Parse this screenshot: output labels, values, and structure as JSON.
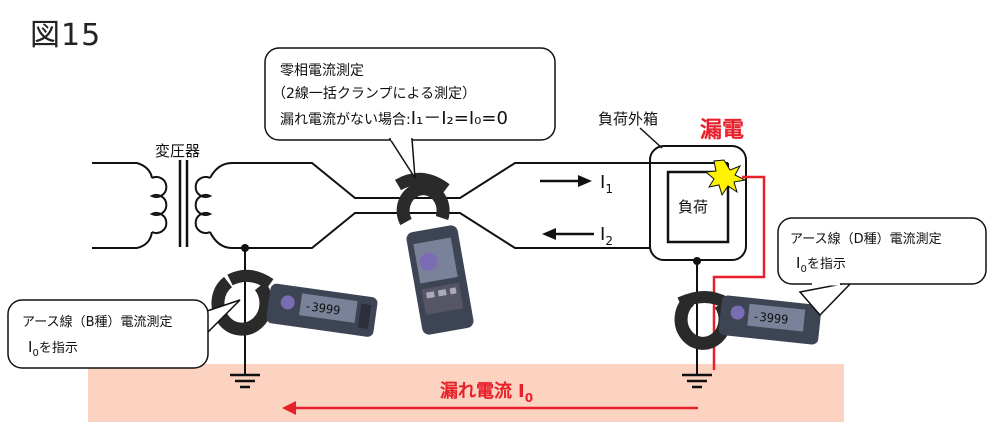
{
  "figure": {
    "title": "図15"
  },
  "callouts": {
    "zero_phase": {
      "line1": "零相電流測定",
      "line2": "（2線一括クランプによる測定）",
      "line3_prefix": "漏れ電流がない場合:",
      "equation": "I₁－I₂=I₀=0"
    },
    "earth_b": {
      "line1": "アース線（B種）電流測定",
      "line2_prefix": "I",
      "line2_sub": "0",
      "line2_suffix": "を指示"
    },
    "earth_d": {
      "line1": "アース線（D種）電流測定",
      "line2_prefix": "I",
      "line2_sub": "0",
      "line2_suffix": "を指示"
    }
  },
  "labels": {
    "transformer": "変圧器",
    "enclosure": "負荷外箱",
    "leakage": "漏電",
    "load": "負荷",
    "i1_main": "I",
    "i1_sub": "1",
    "i2_main": "I",
    "i2_sub": "2",
    "leak_current_text": "漏れ電流",
    "leak_current_symbol": "I",
    "leak_current_sub": "0"
  },
  "meter": {
    "display": "-3999"
  },
  "colors": {
    "leak_red": "#e8202a",
    "ground_band": "#fbd3c0",
    "meter_body": "#3d4454",
    "meter_display": "#7a8299",
    "meter_button": "#7b6db3",
    "clamp_dark": "#2a2a2a",
    "spark_yellow": "#fff200"
  }
}
